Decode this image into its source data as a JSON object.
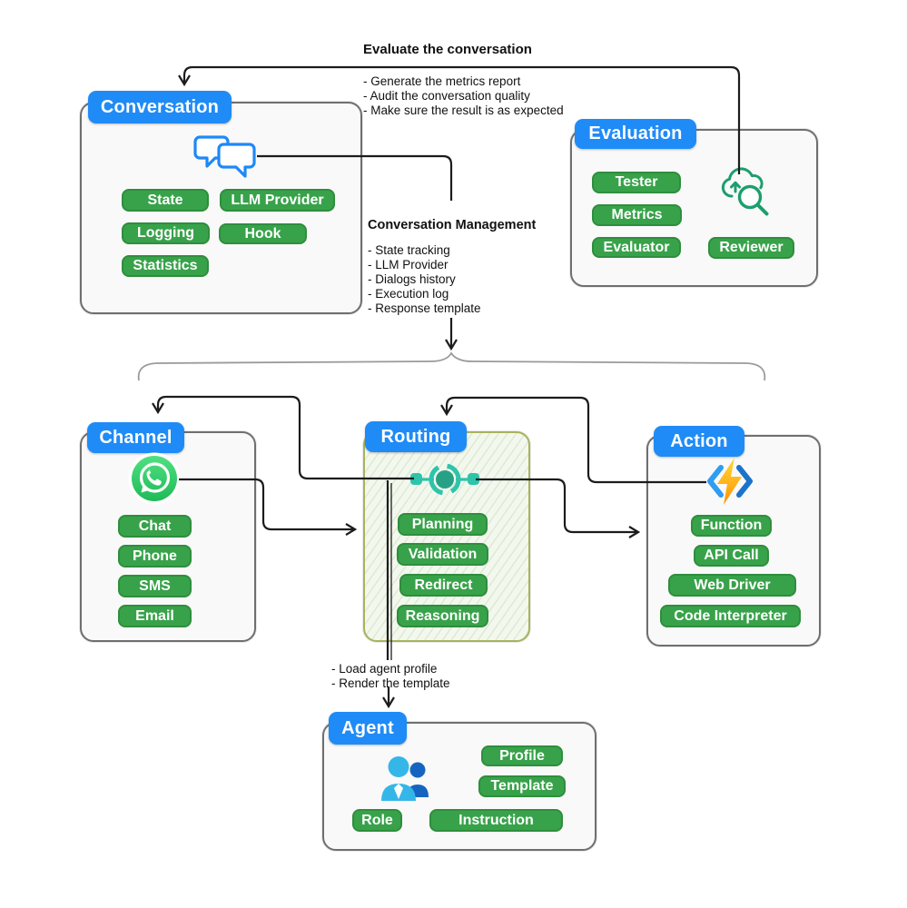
{
  "annotations": {
    "top": {
      "title": "Evaluate the conversation",
      "bullets": [
        "- Generate the metrics report",
        "- Audit the conversation quality",
        "- Make sure the result is as expected"
      ]
    },
    "middle": {
      "title": "Conversation Management",
      "bullets": [
        "- State tracking",
        "- LLM Provider",
        "- Dialogs history",
        "- Execution log",
        "- Response template"
      ]
    },
    "agent_note": {
      "bullets": [
        "- Load agent profile",
        "- Render the template"
      ]
    }
  },
  "nodes": {
    "conversation": {
      "title": "Conversation",
      "icon": "chat-bubbles-icon",
      "pills": [
        "State",
        "LLM Provider",
        "Logging",
        "Hook",
        "Statistics"
      ]
    },
    "evaluation": {
      "title": "Evaluation",
      "icon": "cloud-search-icon",
      "pills": [
        "Tester",
        "Metrics",
        "Evaluator",
        "Reviewer"
      ]
    },
    "channel": {
      "title": "Channel",
      "icon": "whatsapp-icon",
      "pills": [
        "Chat",
        "Phone",
        "SMS",
        "Email"
      ]
    },
    "routing": {
      "title": "Routing",
      "icon": "load-balancer-icon",
      "pills": [
        "Planning",
        "Validation",
        "Redirect",
        "Reasoning"
      ]
    },
    "action": {
      "title": "Action",
      "icon": "azure-function-icon",
      "pills": [
        "Function",
        "API Call",
        "Web Driver",
        "Code Interpreter"
      ]
    },
    "agent": {
      "title": "Agent",
      "icon": "users-icon",
      "pills": [
        "Profile",
        "Template",
        "Role",
        "Instruction"
      ]
    }
  },
  "colors": {
    "header_blue": "#1f8bf7",
    "pill_green": "#38a24a",
    "pill_border": "#2e8e3d",
    "box_border": "#6f6f6f",
    "routing_border": "#a9b35c",
    "arrow_black": "#1c1c1c",
    "brace_gray": "#9a9a9a",
    "whatsapp_green": "#25D366",
    "hub_teal": "#2ec4ab",
    "hub_core_teal": "#27a186",
    "eval_icon_green": "#1d9e6e",
    "chat_icon_blue": "#1e88f7",
    "bolt_yellow": "#ffc224",
    "bracket_blue": "#2f9df0",
    "person_light_blue": "#35b6e8",
    "person_dark_blue": "#1565c0"
  }
}
